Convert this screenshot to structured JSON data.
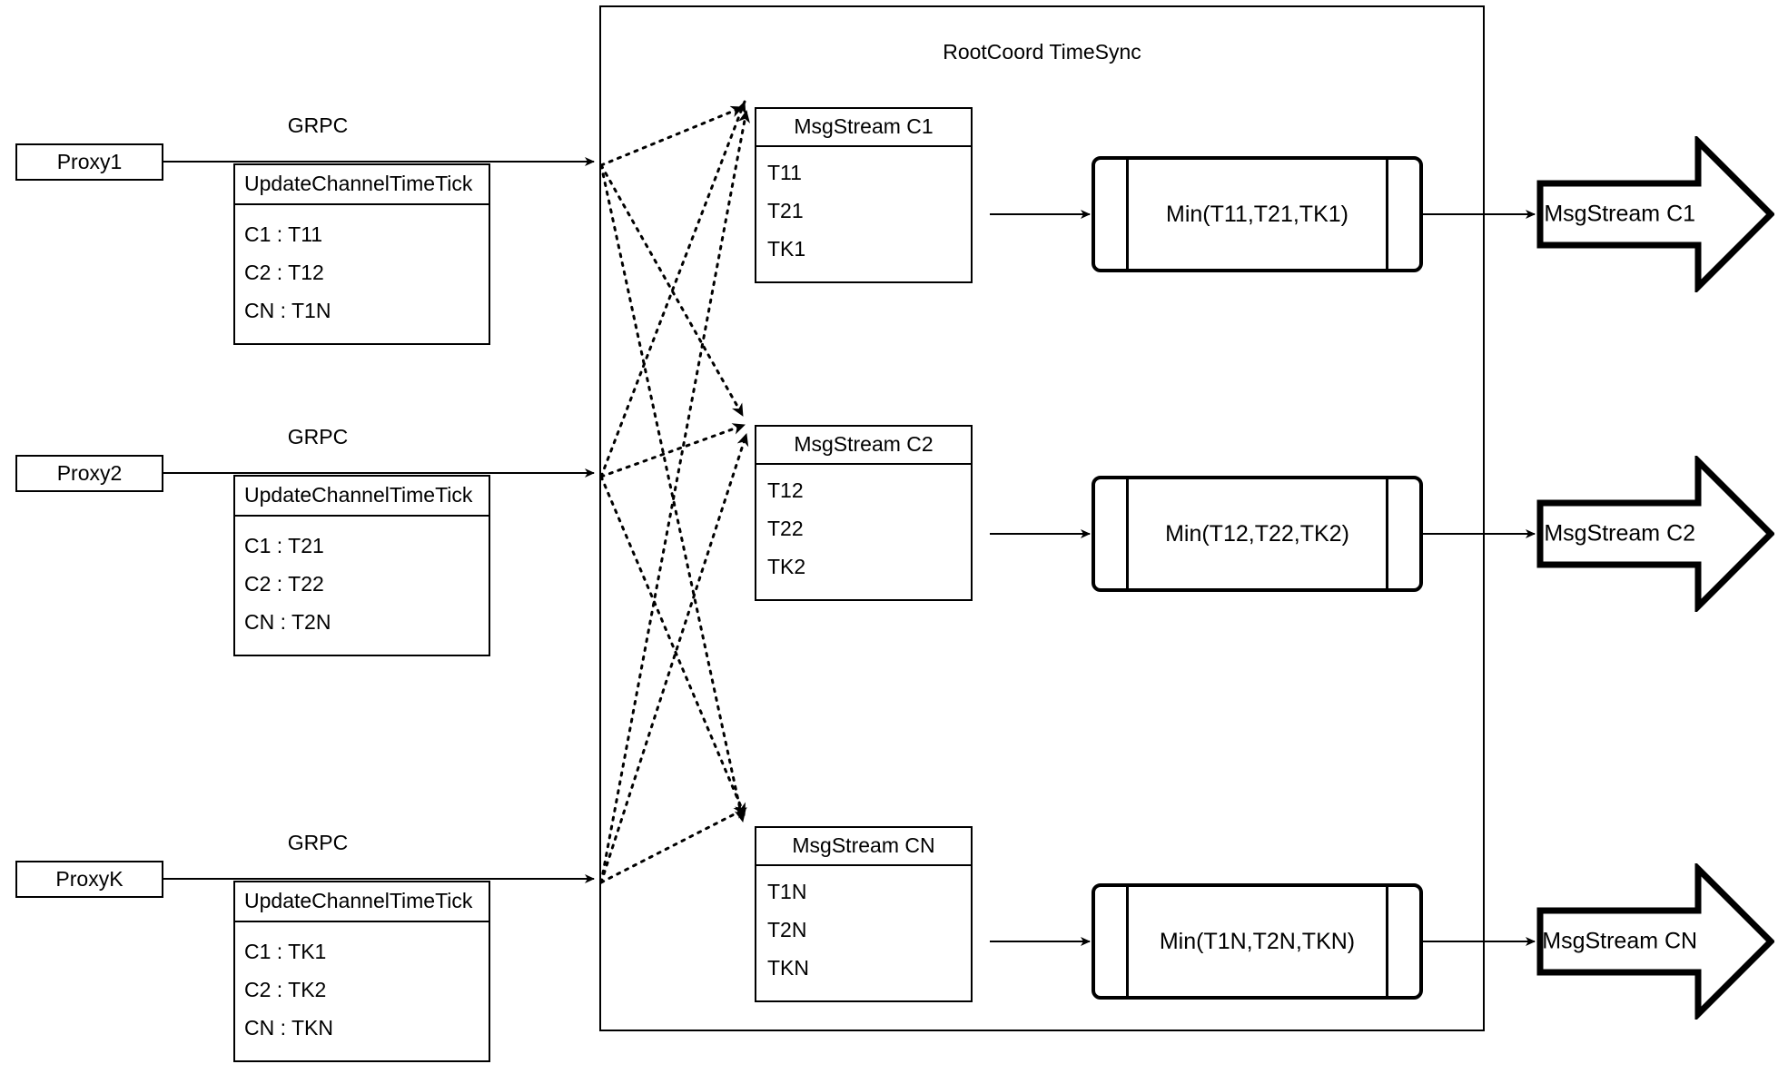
{
  "diagram": {
    "title": "RootCoord TimeSync",
    "grpc_label": "GRPC",
    "proxies": [
      {
        "name": "Proxy1",
        "grpc": "GRPC",
        "message_title": "UpdateChannelTimeTick",
        "rows": [
          "C1 :  T11",
          "C2 :  T12",
          "CN : T1N"
        ]
      },
      {
        "name": "Proxy2",
        "grpc": "GRPC",
        "message_title": "UpdateChannelTimeTick",
        "rows": [
          "C1 :  T21",
          "C2 :  T22",
          "CN : T2N"
        ]
      },
      {
        "name": "ProxyK",
        "grpc": "GRPC",
        "message_title": "UpdateChannelTimeTick",
        "rows": [
          "C1 :  TK1",
          "C2 :  TK2",
          "CN : TKN"
        ]
      }
    ],
    "channels": [
      {
        "stream_title": "MsgStream C1",
        "stream_rows": [
          "T11",
          "T21",
          "TK1"
        ],
        "min_label": "Min(T11,T21,TK1)",
        "output_label": "MsgStream C1"
      },
      {
        "stream_title": "MsgStream C2",
        "stream_rows": [
          "T12",
          "T22",
          "TK2"
        ],
        "min_label": "Min(T12,T22,TK2)",
        "output_label": "MsgStream C2"
      },
      {
        "stream_title": "MsgStream CN",
        "stream_rows": [
          "T1N",
          "T2N",
          "TKN"
        ],
        "min_label": "Min(T1N,T2N,TKN)",
        "output_label": "MsgStream CN"
      }
    ]
  }
}
